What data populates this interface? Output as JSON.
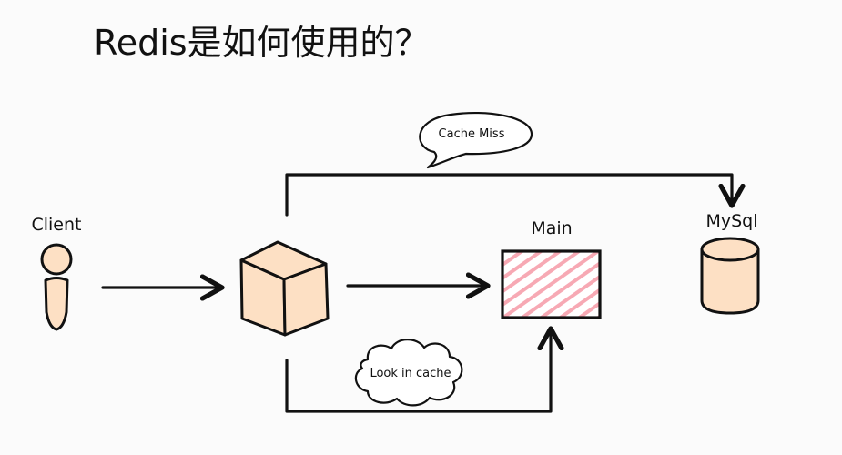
{
  "title": "Redis是如何使用的？",
  "nodes": {
    "client": "Client",
    "main": "Main",
    "mysql": "MySql"
  },
  "callouts": {
    "cache_miss": "Cache Miss",
    "look_in_cache": "Look in cache"
  },
  "colors": {
    "fill_peach": "#fde0c4",
    "hatch_pink": "#f7a9b4",
    "ink": "#111111"
  }
}
